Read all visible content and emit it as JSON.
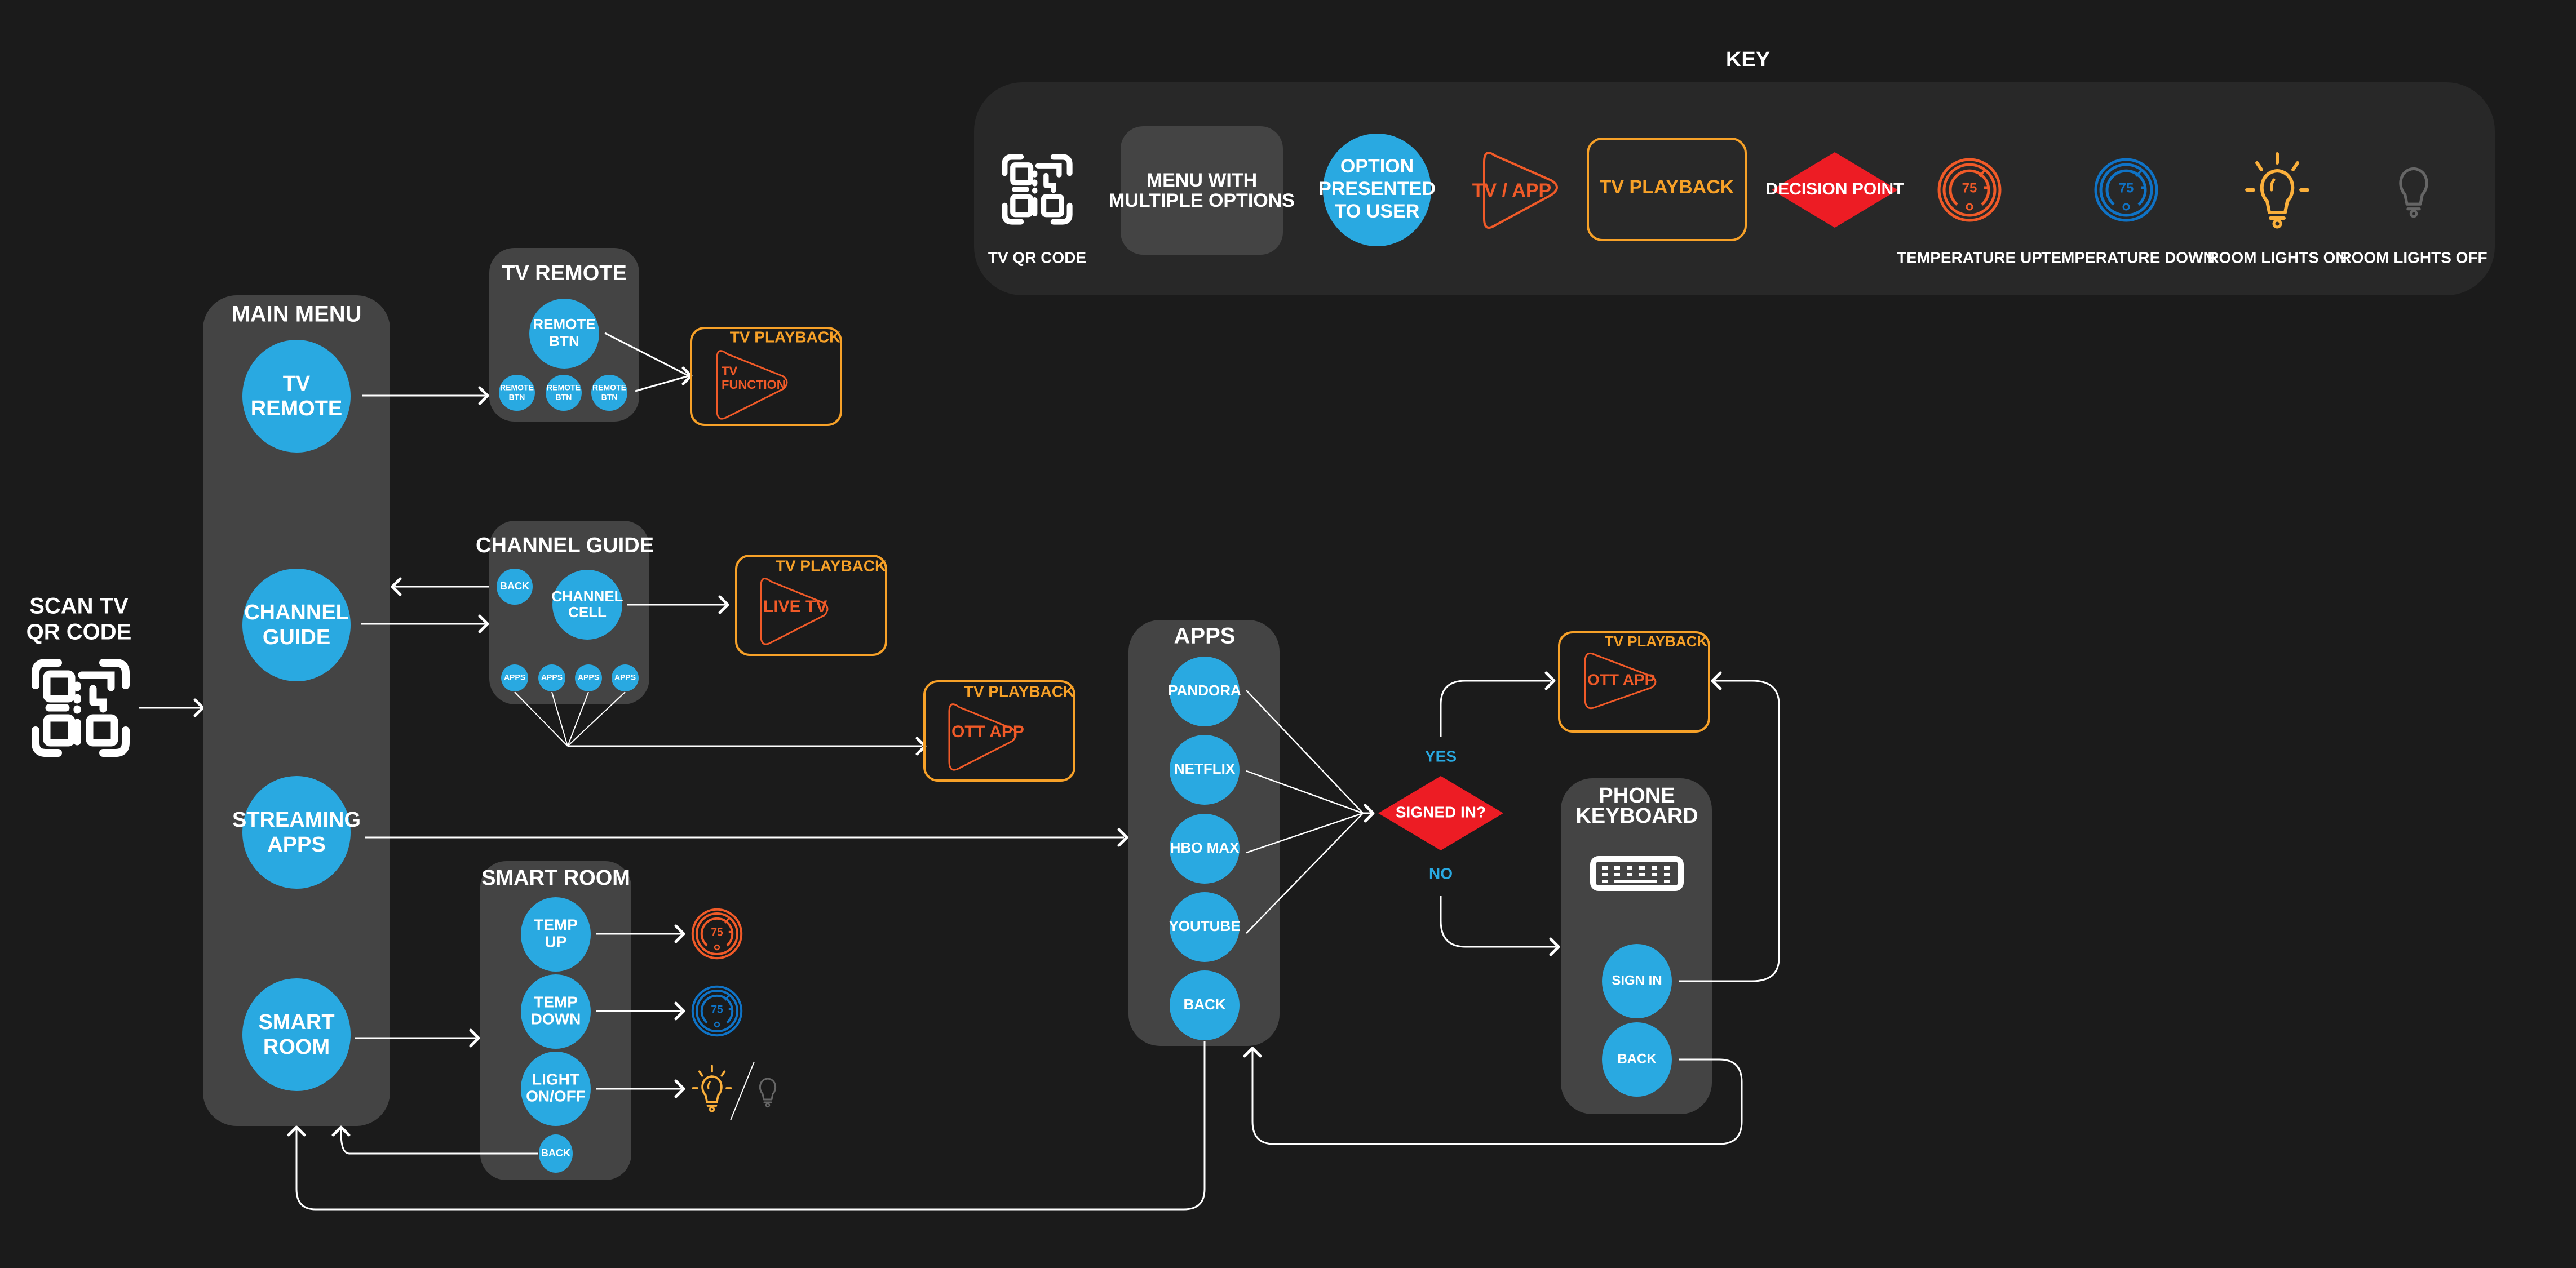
{
  "colors": {
    "background": "#1b1b1b",
    "panel": "#444444",
    "key_panel": "#282828",
    "option_blue": "#29a9e1",
    "tv_app_orange": "#f05a28",
    "playback_amber": "#f7a128",
    "decision_red": "#ed1c24",
    "temp_down_blue": "#0f73c6",
    "lights_on_yellow": "#fbb03b",
    "lights_off_gray": "#666666",
    "yes_no_blue": "#29a9e1"
  },
  "key": {
    "title": "KEY",
    "items": [
      {
        "icon": "qr-code-icon",
        "label": "TV QR CODE"
      },
      {
        "shape": "menu-panel",
        "label": "MENU WITH MULTIPLE OPTIONS",
        "lines": [
          "MENU WITH",
          "MULTIPLE OPTIONS"
        ]
      },
      {
        "shape": "option-circle",
        "label": "OPTION PRESENTED TO USER",
        "lines": [
          "OPTION",
          "PRESENTED",
          "TO USER"
        ]
      },
      {
        "shape": "play-triangle",
        "label": "TV / APP"
      },
      {
        "shape": "playback-box",
        "label": "TV PLAYBACK"
      },
      {
        "shape": "diamond",
        "label": "DECISION POINT"
      },
      {
        "icon": "thermostat-up-icon",
        "label": "TEMPERATURE UP",
        "reading": "75"
      },
      {
        "icon": "thermostat-down-icon",
        "label": "TEMPERATURE DOWN",
        "reading": "75"
      },
      {
        "icon": "lightbulb-on-icon",
        "label": "ROOM LIGHTS ON"
      },
      {
        "icon": "lightbulb-off-icon",
        "label": "ROOM LIGHTS OFF"
      }
    ]
  },
  "start": {
    "lines": [
      "SCAN TV",
      "QR CODE"
    ]
  },
  "main_menu": {
    "title": "MAIN MENU",
    "items": [
      {
        "lines": [
          "TV",
          "REMOTE"
        ]
      },
      {
        "lines": [
          "CHANNEL",
          "GUIDE"
        ]
      },
      {
        "lines": [
          "STREAMING",
          "APPS"
        ]
      },
      {
        "lines": [
          "SMART",
          "ROOM"
        ]
      }
    ]
  },
  "tv_remote": {
    "title": "TV REMOTE",
    "main_button": [
      "REMOTE",
      "BTN"
    ],
    "small_buttons": [
      [
        "REMOTE",
        "BTN"
      ],
      [
        "REMOTE",
        "BTN"
      ],
      [
        "REMOTE",
        "BTN"
      ]
    ],
    "playback": {
      "title": "TV PLAYBACK",
      "lines": [
        "TV",
        "FUNCTION"
      ]
    }
  },
  "channel_guide": {
    "title": "CHANNEL GUIDE",
    "back": "BACK",
    "cell": [
      "CHANNEL",
      "CELL"
    ],
    "apps": [
      "APPS",
      "APPS",
      "APPS",
      "APPS"
    ],
    "live_playback": {
      "title": "TV PLAYBACK",
      "label": "LIVE TV"
    },
    "ott_playback": {
      "title": "TV PLAYBACK",
      "label": "OTT APP"
    }
  },
  "smart_room": {
    "title": "SMART ROOM",
    "items": [
      {
        "lines": [
          "TEMP",
          "UP"
        ]
      },
      {
        "lines": [
          "TEMP",
          "DOWN"
        ]
      },
      {
        "lines": [
          "LIGHT",
          "ON/OFF"
        ]
      }
    ],
    "back": "BACK",
    "thermostat_reading": "75"
  },
  "apps": {
    "title": "APPS",
    "items": [
      "PANDORA",
      "NETFLIX",
      "HBO MAX",
      "YOUTUBE",
      "BACK"
    ]
  },
  "decision": {
    "label": "SIGNED IN?",
    "yes": "YES",
    "no": "NO",
    "yes_playback": {
      "title": "TV PLAYBACK",
      "label": "OTT APP"
    }
  },
  "phone_keyboard": {
    "title": [
      "PHONE",
      "KEYBOARD"
    ],
    "sign_in": "SIGN IN",
    "back": "BACK"
  }
}
